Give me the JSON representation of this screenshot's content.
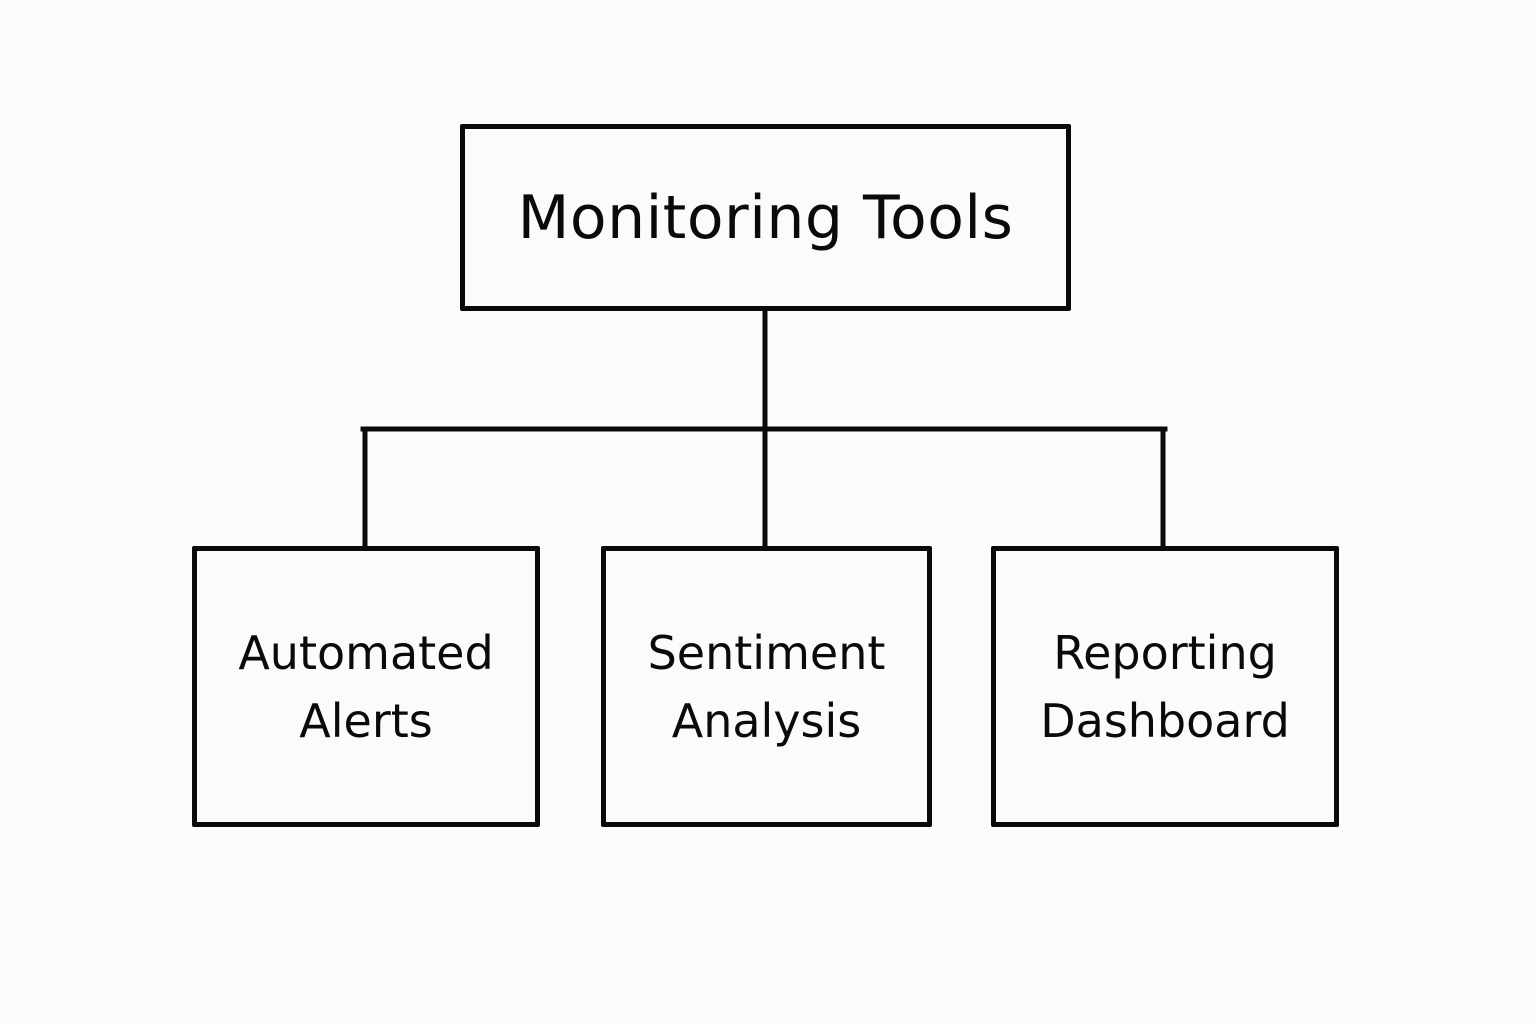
{
  "diagram": {
    "root": {
      "label": "Monitoring Tools"
    },
    "children": [
      {
        "line1": "Automated",
        "line2": "Alerts"
      },
      {
        "line1": "Sentiment",
        "line2": "Analysis"
      },
      {
        "line1": "Reporting",
        "line2": "Dashboard"
      }
    ],
    "colors": {
      "stroke": "#0a0a0a",
      "background": "#fbfbfb"
    }
  }
}
